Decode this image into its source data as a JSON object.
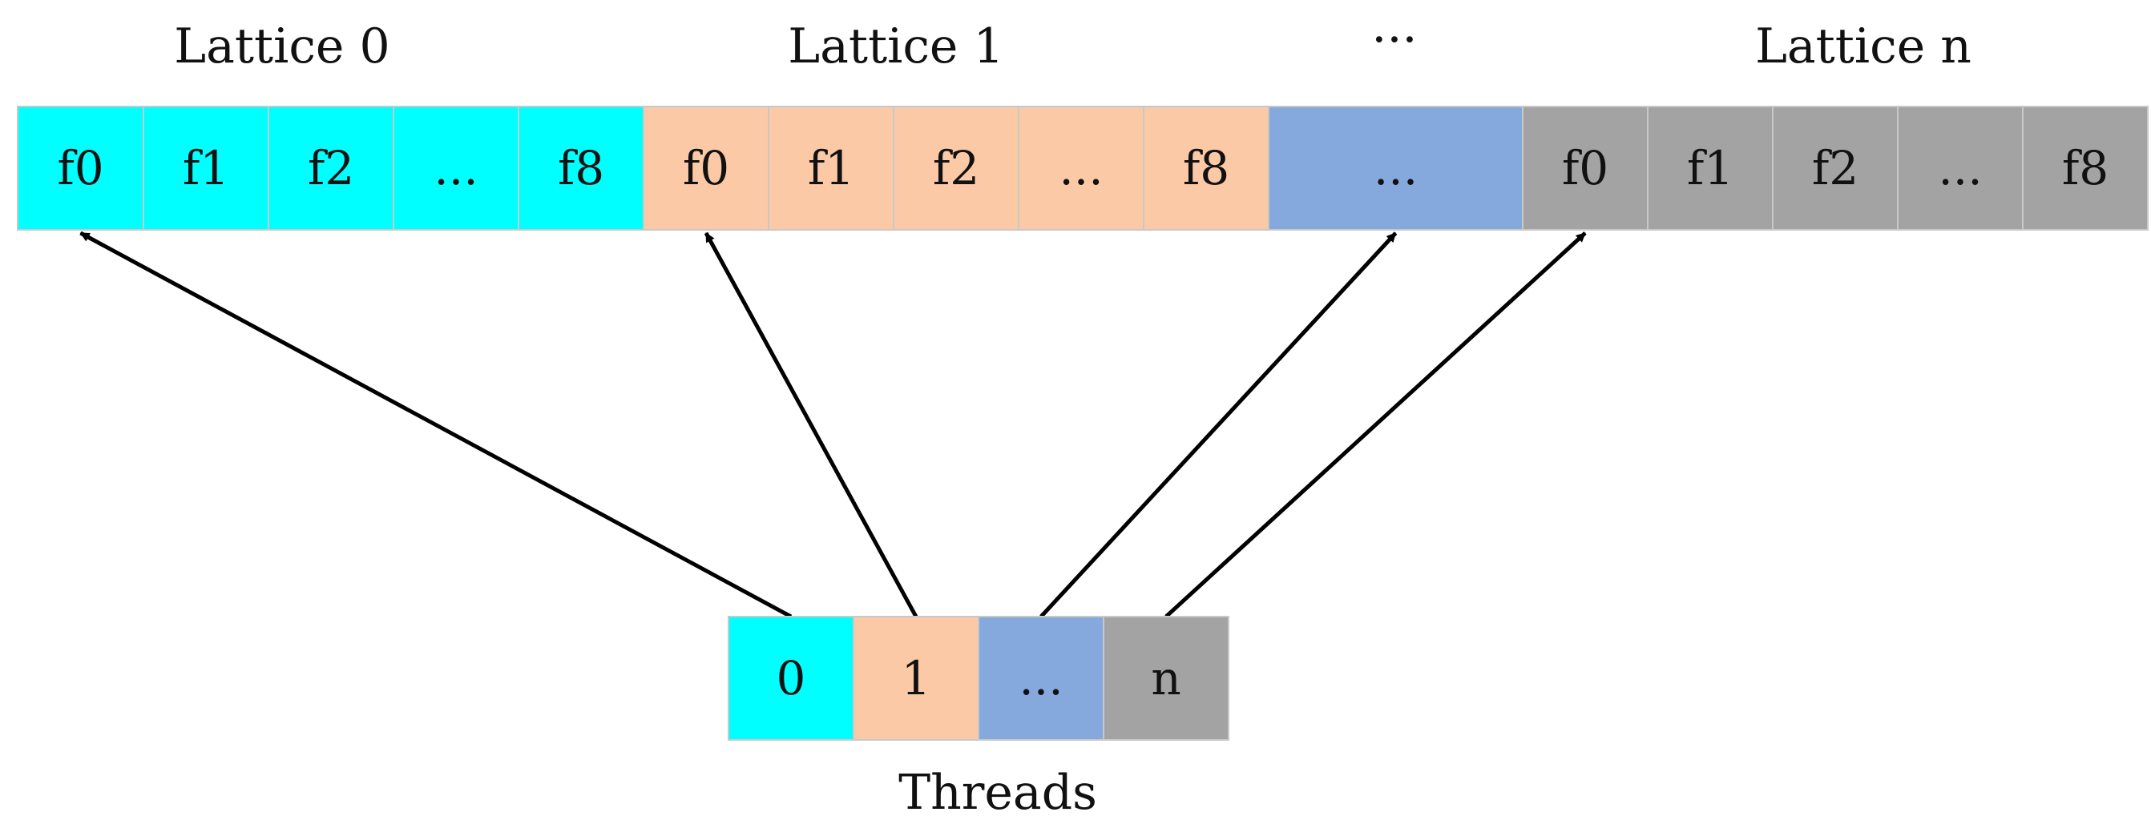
{
  "colors": {
    "cyan": "#00FFFF",
    "peach": "#FCC9A6",
    "blue": "#85A9DD",
    "gray": "#A3A3A3",
    "cell_border": "#C8C8C8",
    "arrow": "#000000"
  },
  "group_labels": [
    "Lattice 0",
    "Lattice 1",
    "···",
    "Lattice n"
  ],
  "memory_row": [
    {
      "label": "f0",
      "color": "cyan"
    },
    {
      "label": "f1",
      "color": "cyan"
    },
    {
      "label": "f2",
      "color": "cyan"
    },
    {
      "label": "...",
      "color": "cyan"
    },
    {
      "label": "f8",
      "color": "cyan"
    },
    {
      "label": "f0",
      "color": "peach"
    },
    {
      "label": "f1",
      "color": "peach"
    },
    {
      "label": "f2",
      "color": "peach"
    },
    {
      "label": "...",
      "color": "peach"
    },
    {
      "label": "f8",
      "color": "peach"
    },
    {
      "label": "...",
      "color": "blue"
    },
    {
      "label": "f0",
      "color": "gray"
    },
    {
      "label": "f1",
      "color": "gray"
    },
    {
      "label": "f2",
      "color": "gray"
    },
    {
      "label": "...",
      "color": "gray"
    },
    {
      "label": "f8",
      "color": "gray"
    }
  ],
  "threads": [
    {
      "label": "0",
      "color": "cyan"
    },
    {
      "label": "1",
      "color": "peach"
    },
    {
      "label": "...",
      "color": "blue"
    },
    {
      "label": "n",
      "color": "gray"
    }
  ],
  "threads_caption": "Threads",
  "arrows": [
    {
      "from_thread": 0,
      "to_cell": 0
    },
    {
      "from_thread": 1,
      "to_cell": 5
    },
    {
      "from_thread": 2,
      "to_cell": 10
    },
    {
      "from_thread": 3,
      "to_cell": 11
    }
  ]
}
